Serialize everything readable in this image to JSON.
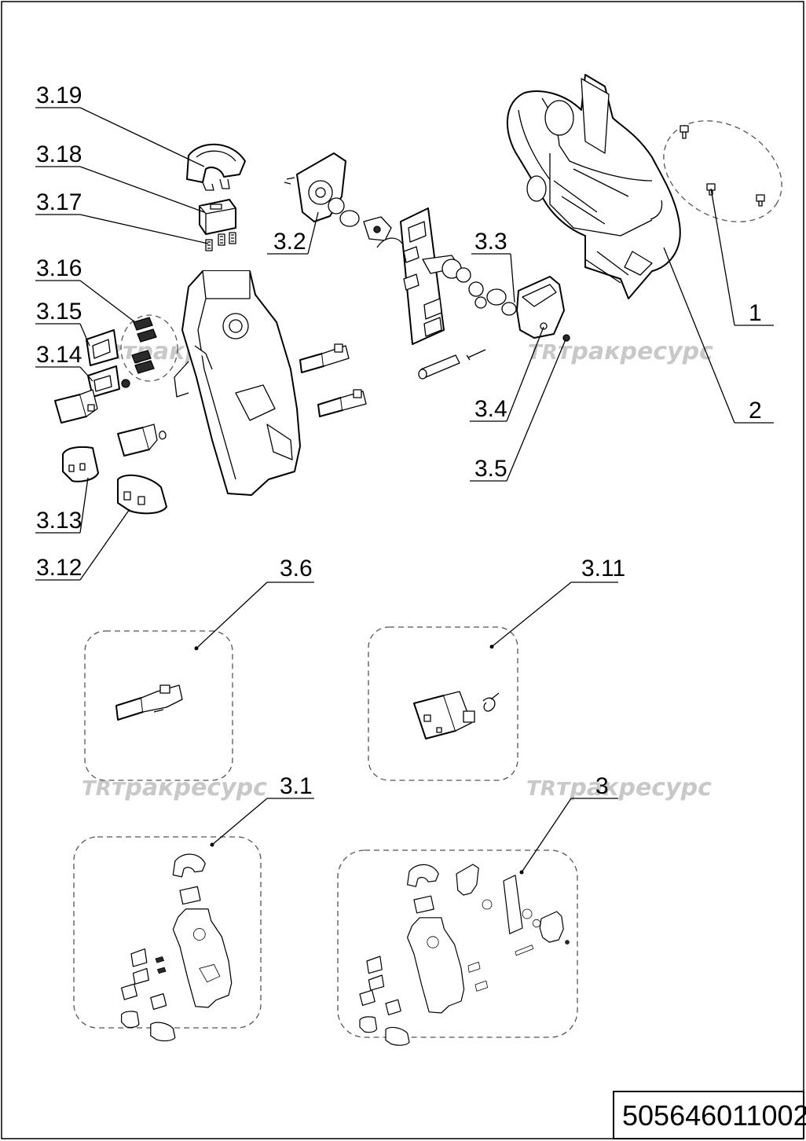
{
  "callouts": [
    {
      "id": "1",
      "label": "1"
    },
    {
      "id": "2",
      "label": "2"
    },
    {
      "id": "3",
      "label": "3"
    },
    {
      "id": "3.1",
      "label": "3.1"
    },
    {
      "id": "3.2",
      "label": "3.2"
    },
    {
      "id": "3.3",
      "label": "3.3"
    },
    {
      "id": "3.4",
      "label": "3.4"
    },
    {
      "id": "3.5",
      "label": "3.5"
    },
    {
      "id": "3.6",
      "label": "3.6"
    },
    {
      "id": "3.11",
      "label": "3.11"
    },
    {
      "id": "3.12",
      "label": "3.12"
    },
    {
      "id": "3.13",
      "label": "3.13"
    },
    {
      "id": "3.14",
      "label": "3.14"
    },
    {
      "id": "3.15",
      "label": "3.15"
    },
    {
      "id": "3.16",
      "label": "3.16"
    },
    {
      "id": "3.17",
      "label": "3.17"
    },
    {
      "id": "3.18",
      "label": "3.18"
    },
    {
      "id": "3.19",
      "label": "3.19"
    }
  ],
  "watermark": {
    "logo": "TR",
    "text": "тракресурс"
  },
  "drawing_number": "505646011002"
}
